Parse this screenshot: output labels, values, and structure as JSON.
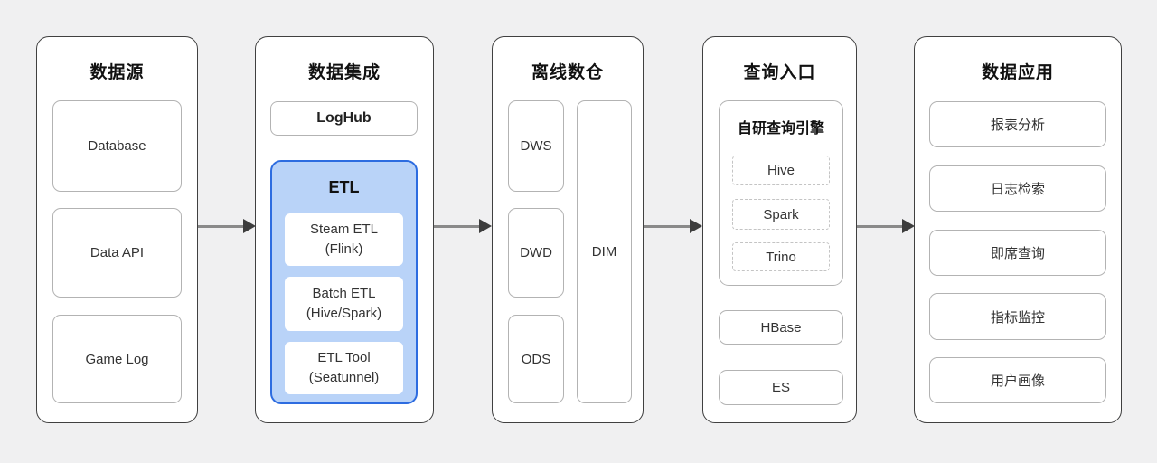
{
  "diagram": {
    "columns": [
      {
        "title": "数据源",
        "boxes": [
          "Database",
          "Data API",
          "Game Log"
        ]
      },
      {
        "title": "数据集成",
        "loghub": "LogHub",
        "etl": {
          "title": "ETL",
          "items": [
            {
              "line1": "Steam ETL",
              "line2": "(Flink)"
            },
            {
              "line1": "Batch ETL",
              "line2": "(Hive/Spark)"
            },
            {
              "line1": "ETL Tool",
              "line2": "(Seatunnel)"
            }
          ]
        }
      },
      {
        "title": "离线数仓",
        "layers": [
          "DWS",
          "DWD",
          "ODS"
        ],
        "dimension": "DIM"
      },
      {
        "title": "查询入口",
        "engine": {
          "title": "自研查询引擎",
          "items": [
            "Hive",
            "Spark",
            "Trino"
          ]
        },
        "stores": [
          "HBase",
          "ES"
        ]
      },
      {
        "title": "数据应用",
        "boxes": [
          "报表分析",
          "日志检索",
          "即席查询",
          "指标监控",
          "用户画像"
        ]
      }
    ],
    "colors": {
      "background": "#f0f0f1",
      "panel_border": "#404040",
      "box_border": "#b3b3b3",
      "etl_fill": "#b9d3f8",
      "etl_border": "#2d6ce0",
      "arrow_line": "#8a8a8a",
      "arrow_head": "#3d3d3d"
    }
  }
}
